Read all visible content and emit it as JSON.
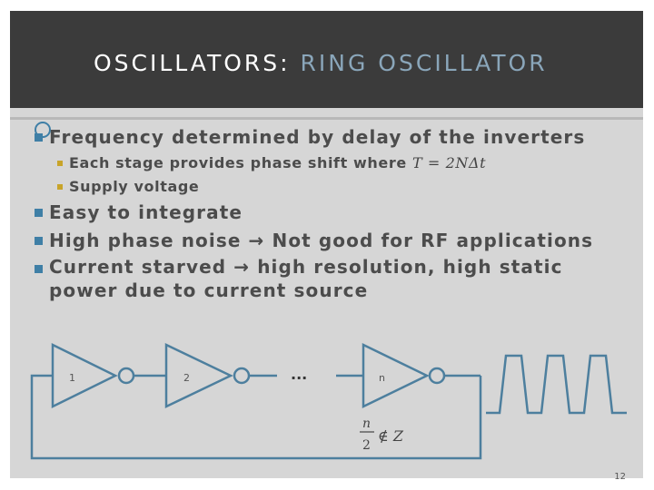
{
  "slide": {
    "title_part1": "OSCILLATORS:",
    "title_part2": "RING OSCILLATOR",
    "bullets": {
      "b1": "Frequency determined by delay of the inverters",
      "b1_sub1": "Each stage provides phase shift where",
      "b1_sub1_math": "T = 2NΔt",
      "b1_sub2": "Supply voltage",
      "b2": "Easy to integrate",
      "b3": "High phase noise → Not good for RF applications",
      "b4_line1": "Current starved → high resolution, high static",
      "b4_line2": "power due to current source"
    },
    "circuit": {
      "stage1_label": "1",
      "stage2_label": "2",
      "ellipsis": "...",
      "stagen_label": "n",
      "condition_num": "n",
      "condition_den": "2",
      "condition_rel": "∉ Z"
    },
    "page_number": "12"
  },
  "colors": {
    "header_bg": "#3b3b3b",
    "slide_bg": "#d6d6d6",
    "title_accent": "#8aa6ba",
    "bullet_blue": "#3f7fa6",
    "bullet_gold": "#c8a42a",
    "wire": "#4d7f9e"
  }
}
